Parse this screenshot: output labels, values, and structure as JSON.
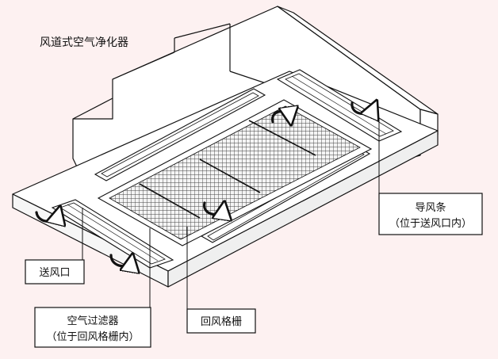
{
  "title": "风道式空气净化器",
  "labels": {
    "guide_strip": "导风条",
    "guide_strip_note": "（位于送风口内）",
    "supply_outlet": "送风口",
    "air_filter": "空气过滤器",
    "air_filter_note": "（位于回风格栅内）",
    "return_grille": "回风格栅"
  },
  "colors": {
    "background": "#fdf1f1",
    "line": "#111111",
    "box_fill": "#ffffff"
  },
  "icons": [
    "airflow-arrow-icon"
  ]
}
